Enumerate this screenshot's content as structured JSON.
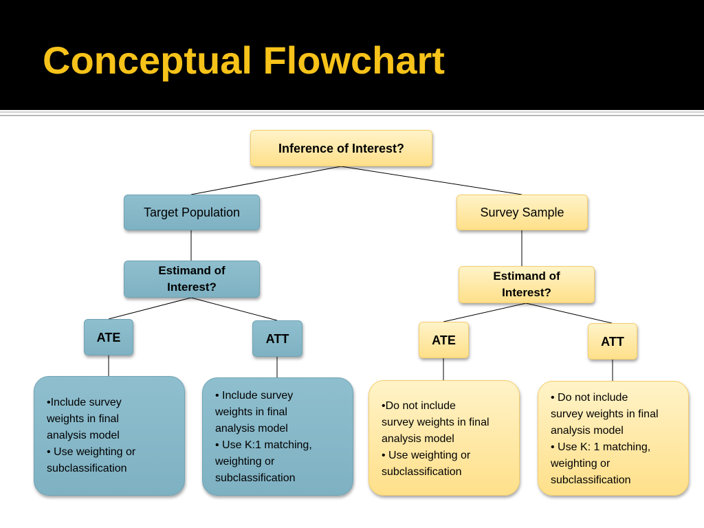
{
  "title": "Conceptual Flowchart",
  "colors": {
    "title_bar": "#000000",
    "title_text": "#f7c31a",
    "yellow_fill": "#ffe08a",
    "blue_fill": "#84b6c7",
    "connector": "#000000"
  },
  "root": {
    "label": "Inference of Interest?"
  },
  "left_branch": {
    "label": "Target Population",
    "estimand": [
      "Estimand of",
      "Interest?"
    ],
    "ate": {
      "label": "ATE",
      "detail": [
        "•Include survey",
        "weights in final",
        "analysis model",
        "•  Use weighting or",
        "subclassification"
      ]
    },
    "att": {
      "label": "ATT",
      "detail": [
        "• Include survey",
        "weights in final",
        "analysis model",
        "•  Use K:1 matching,",
        "weighting or",
        "subclassification"
      ]
    }
  },
  "right_branch": {
    "label": "Survey Sample",
    "estimand": [
      "Estimand of",
      "Interest?"
    ],
    "ate": {
      "label": "ATE",
      "detail": [
        "•Do not include",
        "survey weights in final",
        "analysis model",
        "•  Use weighting or",
        "subclassification"
      ]
    },
    "att": {
      "label": "ATT",
      "detail": [
        "• Do not include",
        "survey weights in final",
        "analysis model",
        "•  Use K: 1 matching,",
        "weighting or",
        "subclassification"
      ]
    }
  }
}
